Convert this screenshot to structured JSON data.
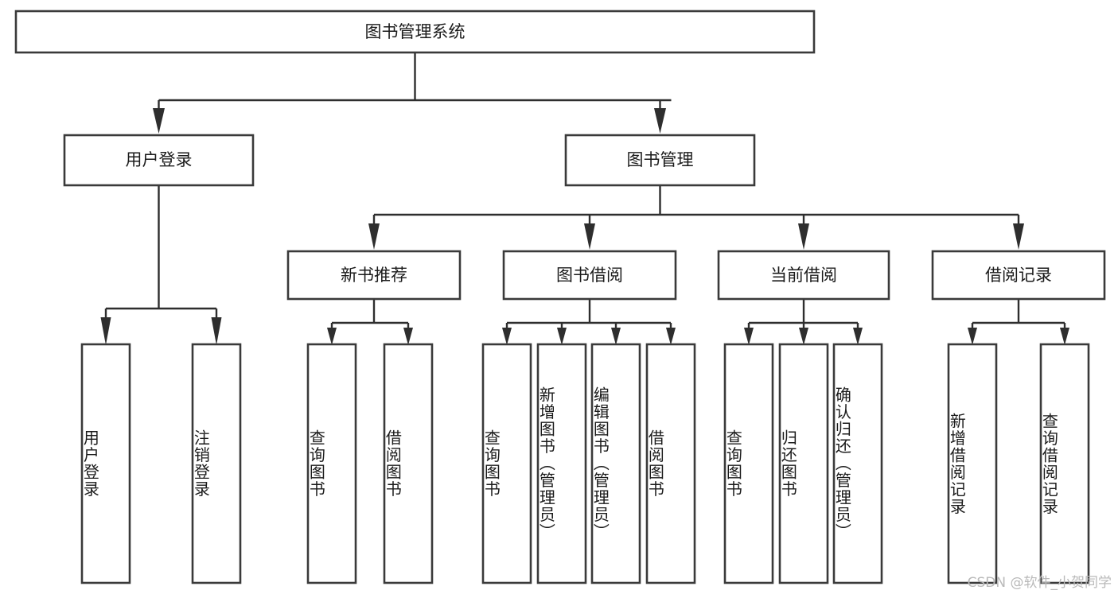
{
  "diagram": {
    "title": "图书管理系统",
    "type": "hierarchy-tree",
    "colors": {
      "background": "#ffffff",
      "box_fill": "#ffffff",
      "box_stroke": "#3a3a3a",
      "connector": "#2e2e2e",
      "text": "#1b1b1b",
      "watermark": "#b9b9b9"
    },
    "root": {
      "label": "图书管理系统"
    },
    "level2": [
      {
        "label": "用户登录"
      },
      {
        "label": "图书管理"
      }
    ],
    "level3": [
      {
        "label": "新书推荐"
      },
      {
        "label": "图书借阅"
      },
      {
        "label": "当前借阅"
      },
      {
        "label": "借阅记录"
      }
    ],
    "leaves": {
      "user_login": [
        {
          "label": "用户登录"
        },
        {
          "label": "注销登录"
        }
      ],
      "new_book_recommend": [
        {
          "label": "查询图书"
        },
        {
          "label": "借阅图书"
        }
      ],
      "book_borrow": [
        {
          "label": "查询图书"
        },
        {
          "label": "新增图书（管理员）"
        },
        {
          "label": "编辑图书（管理员）"
        },
        {
          "label": "借阅图书"
        }
      ],
      "current_borrow": [
        {
          "label": "查询图书"
        },
        {
          "label": "归还图书"
        },
        {
          "label": "确认归还（管理员）"
        }
      ],
      "borrow_record": [
        {
          "label": "新增借阅记录"
        },
        {
          "label": "查询借阅记录"
        }
      ]
    }
  },
  "watermark": {
    "text": "CSDN @软件_小贺同学"
  }
}
